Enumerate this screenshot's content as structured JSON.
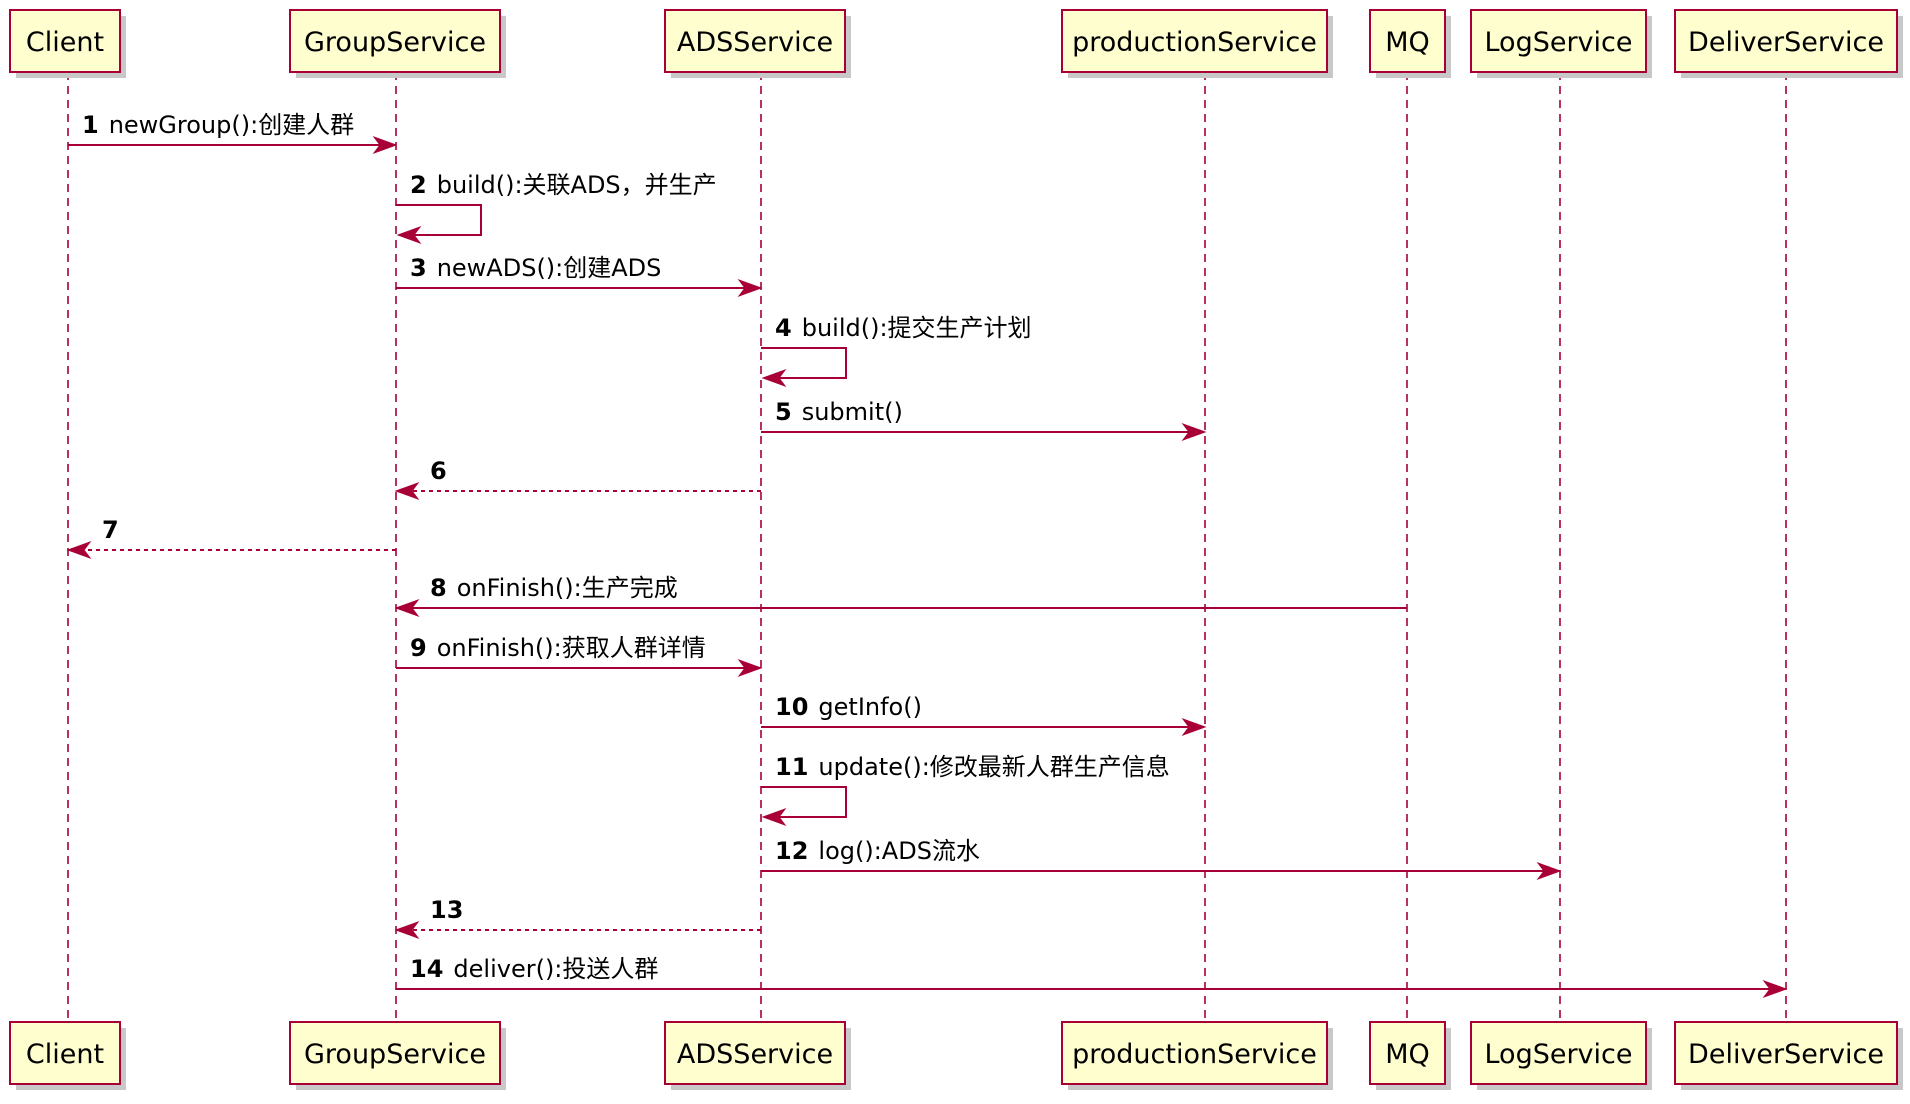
{
  "participants": [
    {
      "id": "client",
      "label": "Client"
    },
    {
      "id": "group",
      "label": "GroupService"
    },
    {
      "id": "ads",
      "label": "ADSService"
    },
    {
      "id": "production",
      "label": "productionService"
    },
    {
      "id": "mq",
      "label": "MQ"
    },
    {
      "id": "log",
      "label": "LogService"
    },
    {
      "id": "deliver",
      "label": "DeliverService"
    }
  ],
  "messages": [
    {
      "num": "1",
      "text": "newGroup():创建人群",
      "from": "client",
      "to": "group",
      "kind": "call"
    },
    {
      "num": "2",
      "text": "build():关联ADS，并生产",
      "from": "group",
      "to": "group",
      "kind": "self"
    },
    {
      "num": "3",
      "text": "newADS():创建ADS",
      "from": "group",
      "to": "ads",
      "kind": "call"
    },
    {
      "num": "4",
      "text": "build():提交生产计划",
      "from": "ads",
      "to": "ads",
      "kind": "self"
    },
    {
      "num": "5",
      "text": "submit()",
      "from": "ads",
      "to": "production",
      "kind": "call"
    },
    {
      "num": "6",
      "text": "",
      "from": "ads",
      "to": "group",
      "kind": "reply"
    },
    {
      "num": "7",
      "text": "",
      "from": "group",
      "to": "client",
      "kind": "reply"
    },
    {
      "num": "8",
      "text": "onFinish():生产完成",
      "from": "mq",
      "to": "group",
      "kind": "call"
    },
    {
      "num": "9",
      "text": "onFinish():获取人群详情",
      "from": "group",
      "to": "ads",
      "kind": "call"
    },
    {
      "num": "10",
      "text": "getInfo()",
      "from": "ads",
      "to": "production",
      "kind": "call"
    },
    {
      "num": "11",
      "text": "update():修改最新人群生产信息",
      "from": "ads",
      "to": "ads",
      "kind": "self"
    },
    {
      "num": "12",
      "text": "log():ADS流水",
      "from": "ads",
      "to": "log",
      "kind": "call"
    },
    {
      "num": "13",
      "text": "",
      "from": "ads",
      "to": "group",
      "kind": "reply"
    },
    {
      "num": "14",
      "text": "deliver():投送人群",
      "from": "group",
      "to": "deliver",
      "kind": "call"
    }
  ],
  "colors": {
    "line": "#A80036",
    "box_fill": "#FEFECE",
    "shadow": "#C8C8C8"
  }
}
